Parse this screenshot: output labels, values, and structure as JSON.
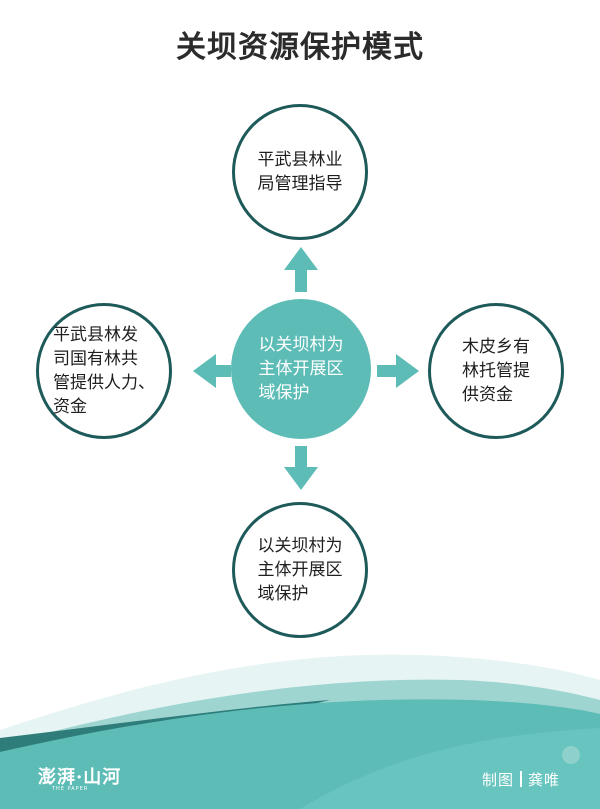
{
  "title": "关坝资源保护模式",
  "colors": {
    "teal": "#5dbcb6",
    "dark_teal": "#1e5a5a",
    "wave_light": "#e6f4f3",
    "wave_mid": "#9fd5d1",
    "wave_dark": "#2e7d7b"
  },
  "diagram": {
    "center": "以关坝村为\n主体开展区\n域保护",
    "top": "平武县林业\n局管理指导",
    "left": "平武县林发\n司国有林共\n管提供人力、\n资金",
    "right": "木皮乡有\n林托管提\n供资金",
    "bottom": "以关坝村为\n主体开展区\n域保护"
  },
  "footer": {
    "brand": "澎湃·山河",
    "brand_sub": "THE PAPER",
    "credit_label": "制图",
    "credit_name": "龚唯"
  }
}
